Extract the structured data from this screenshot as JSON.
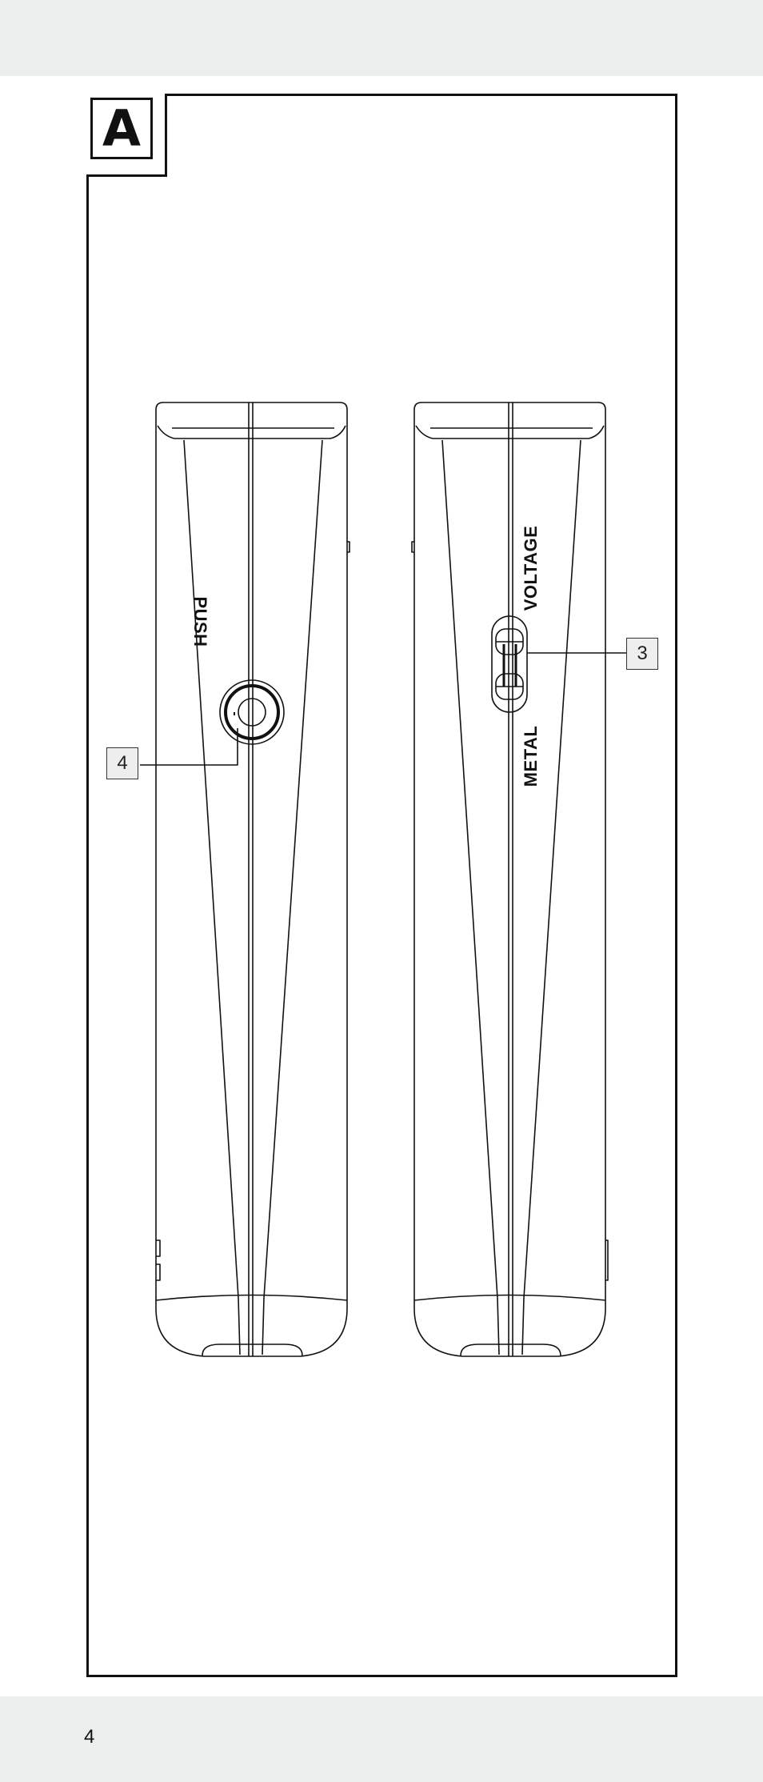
{
  "figure": {
    "label": "A"
  },
  "left_device": {
    "button_label": "PUSH",
    "callout": "4"
  },
  "right_device": {
    "switch_upper_label": "VOLTAGE",
    "switch_lower_label": "METAL",
    "callout": "3"
  },
  "footer": {
    "page_number": "4"
  }
}
